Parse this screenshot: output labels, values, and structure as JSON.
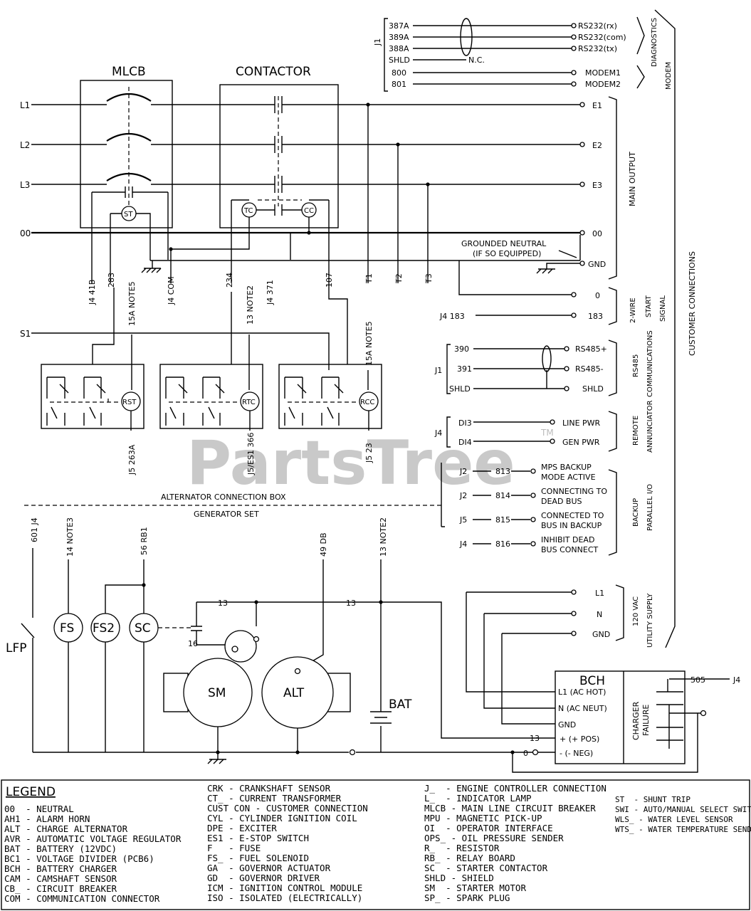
{
  "watermark": {
    "text": "PartsTree",
    "tm": "TM"
  },
  "titles": {
    "mlcb": "MLCB",
    "contactor": "CONTACTOR"
  },
  "lines": {
    "l1": "L1",
    "l2": "L2",
    "l3": "L3",
    "neutral": "00",
    "s1": "S1"
  },
  "diagnostics": {
    "j1": "J1",
    "wires": [
      "387A",
      "389A",
      "388A",
      "SHLD",
      "800",
      "801"
    ],
    "nc": "N.C.",
    "terminals": [
      "RS232(rx)",
      "RS232(com)",
      "RS232(tx)",
      "MODEM1",
      "MODEM2"
    ],
    "side_diag": "DIAGNOSTICS",
    "side_modem": "MODEM"
  },
  "main_output": {
    "terminals": [
      "E1",
      "E2",
      "E3",
      "00",
      "GND"
    ],
    "side": "MAIN OUTPUT",
    "grounded_neutral": "GROUNDED NEUTRAL",
    "if_equipped": "(IF SO EQUIPPED)"
  },
  "start_signal": {
    "j4": "J4 183",
    "terminals": [
      "0",
      "183"
    ],
    "side": [
      "2-WIRE",
      "START",
      "SIGNAL"
    ]
  },
  "customer_connections": "CUSTOMER CONNECTIONS",
  "rs485": {
    "j1": "J1",
    "wires": [
      "390",
      "391",
      "SHLD"
    ],
    "terminals": [
      "RS485+",
      "RS485-",
      "SHLD"
    ],
    "side": [
      "RS485",
      "COMMUNICATIONS"
    ]
  },
  "remote": {
    "j4": "J4",
    "wires": [
      "DI3",
      "DI4"
    ],
    "terminals": [
      "LINE PWR",
      "GEN PWR"
    ],
    "side": [
      "REMOTE",
      "ANNUNCIATOR"
    ]
  },
  "backup": {
    "rows": [
      {
        "conn": "J2",
        "wire": "813",
        "l1": "MPS BACKUP",
        "l2": "MODE ACTIVE"
      },
      {
        "conn": "J2",
        "wire": "814",
        "l1": "CONNECTING TO",
        "l2": "DEAD BUS"
      },
      {
        "conn": "J5",
        "wire": "815",
        "l1": "CONNECTED TO",
        "l2": "BUS IN BACKUP"
      },
      {
        "conn": "J4",
        "wire": "816",
        "l1": "INHIBIT DEAD",
        "l2": "BUS CONNECT"
      }
    ],
    "side": [
      "BACKUP",
      "PARALLEL I/O"
    ]
  },
  "utility": {
    "terminals": [
      "L1",
      "N",
      "GND"
    ],
    "side": [
      "120 VAC",
      "UTILITY SUPPLY"
    ]
  },
  "wire_labels": {
    "j4_41b": "J4 41B",
    "w283": "283",
    "w15a": "15A NOTE5",
    "j4com": "J4 COM",
    "w234": "234",
    "w13n2": "13 NOTE2",
    "j4_371": "J4 371",
    "w107": "107",
    "t1": "T1",
    "t2": "T2",
    "t3": "T3",
    "w15a2": "15A NOTE5",
    "j5_263a": "J5 263A",
    "j5_366": "J5/ES1 366",
    "j5_23": "J5 23"
  },
  "relays": {
    "rst": "RST",
    "rtc": "RTC",
    "rcc": "RCC"
  },
  "coils": {
    "st": "ST",
    "tc": "TC",
    "cc": "CC"
  },
  "box_labels": {
    "alt_box": "ALTERNATOR CONNECTION BOX",
    "gen_set": "GENERATOR SET"
  },
  "genset": {
    "w601": "601 J4",
    "w14": "14 NOTE3",
    "w56": "56 RB1",
    "w49": "49 DB",
    "w13n2": "13 NOTE2",
    "w13a": "13",
    "w13b": "13",
    "w16": "16",
    "fs": "FS",
    "fs2": "FS2",
    "sc": "SC",
    "sm": "SM",
    "alt": "ALT",
    "bat": "BAT",
    "lfp": "LFP"
  },
  "bch": {
    "title": "BCH",
    "l1": "L1 (AC HOT)",
    "n": "N (AC NEUT)",
    "gnd": "GND",
    "pos": "+ (+ POS)",
    "neg": "- (- NEG)",
    "w13": "13",
    "w0": "0",
    "charger": "CHARGER",
    "failure": "FAILURE",
    "w505": "505",
    "j4": "J4"
  },
  "legend": {
    "title": "LEGEND",
    "col1": [
      "00  - NEUTRAL",
      "AH1 - ALARM HORN",
      "ALT - CHARGE ALTERNATOR",
      "AVR - AUTOMATIC VOLTAGE REGULATOR",
      "BAT - BATTERY (12VDC)",
      "BC1 - VOLTAGE DIVIDER (PCB6)",
      "BCH - BATTERY CHARGER",
      "CAM - CAMSHAFT SENSOR",
      "CB_ - CIRCUIT BREAKER",
      "COM - COMMUNICATION CONNECTOR"
    ],
    "col2": [
      "CRK - CRANKSHAFT SENSOR",
      "CT_ - CURRENT TRANSFORMER",
      "CUST CON - CUSTOMER CONNECTION",
      "CYL - CYLINDER IGNITION COIL",
      "DPE - EXCITER",
      "ES1 - E-STOP SWITCH",
      "F   - FUSE",
      "FS_ - FUEL SOLENOID",
      "GA  - GOVERNOR ACTUATOR",
      "GD  - GOVERNOR DRIVER",
      "ICM - IGNITION CONTROL MODULE",
      "ISO - ISOLATED (ELECTRICALLY)"
    ],
    "col3": [
      "J_  - ENGINE CONTROLLER CONNECTION",
      "L_  - INDICATOR LAMP",
      "MLCB - MAIN LINE CIRCUIT BREAKER",
      "MPU - MAGNETIC PICK-UP",
      "OI  - OPERATOR INTERFACE",
      "OPS_ - OIL PRESSURE SENDER",
      "R_  - RESISTOR",
      "RB_ - RELAY BOARD",
      "SC  - STARTER CONTACTOR",
      "SHLD - SHIELD",
      "SM  - STARTER MOTOR",
      "SP_ - SPARK PLUG"
    ],
    "col4": [
      "ST  - SHUNT TRIP",
      "SWI - AUTO/MANUAL SELECT SWITCH",
      "WLS_ - WATER LEVEL SENSOR",
      "WTS_ - WATER TEMPERATURE SENDER"
    ]
  }
}
